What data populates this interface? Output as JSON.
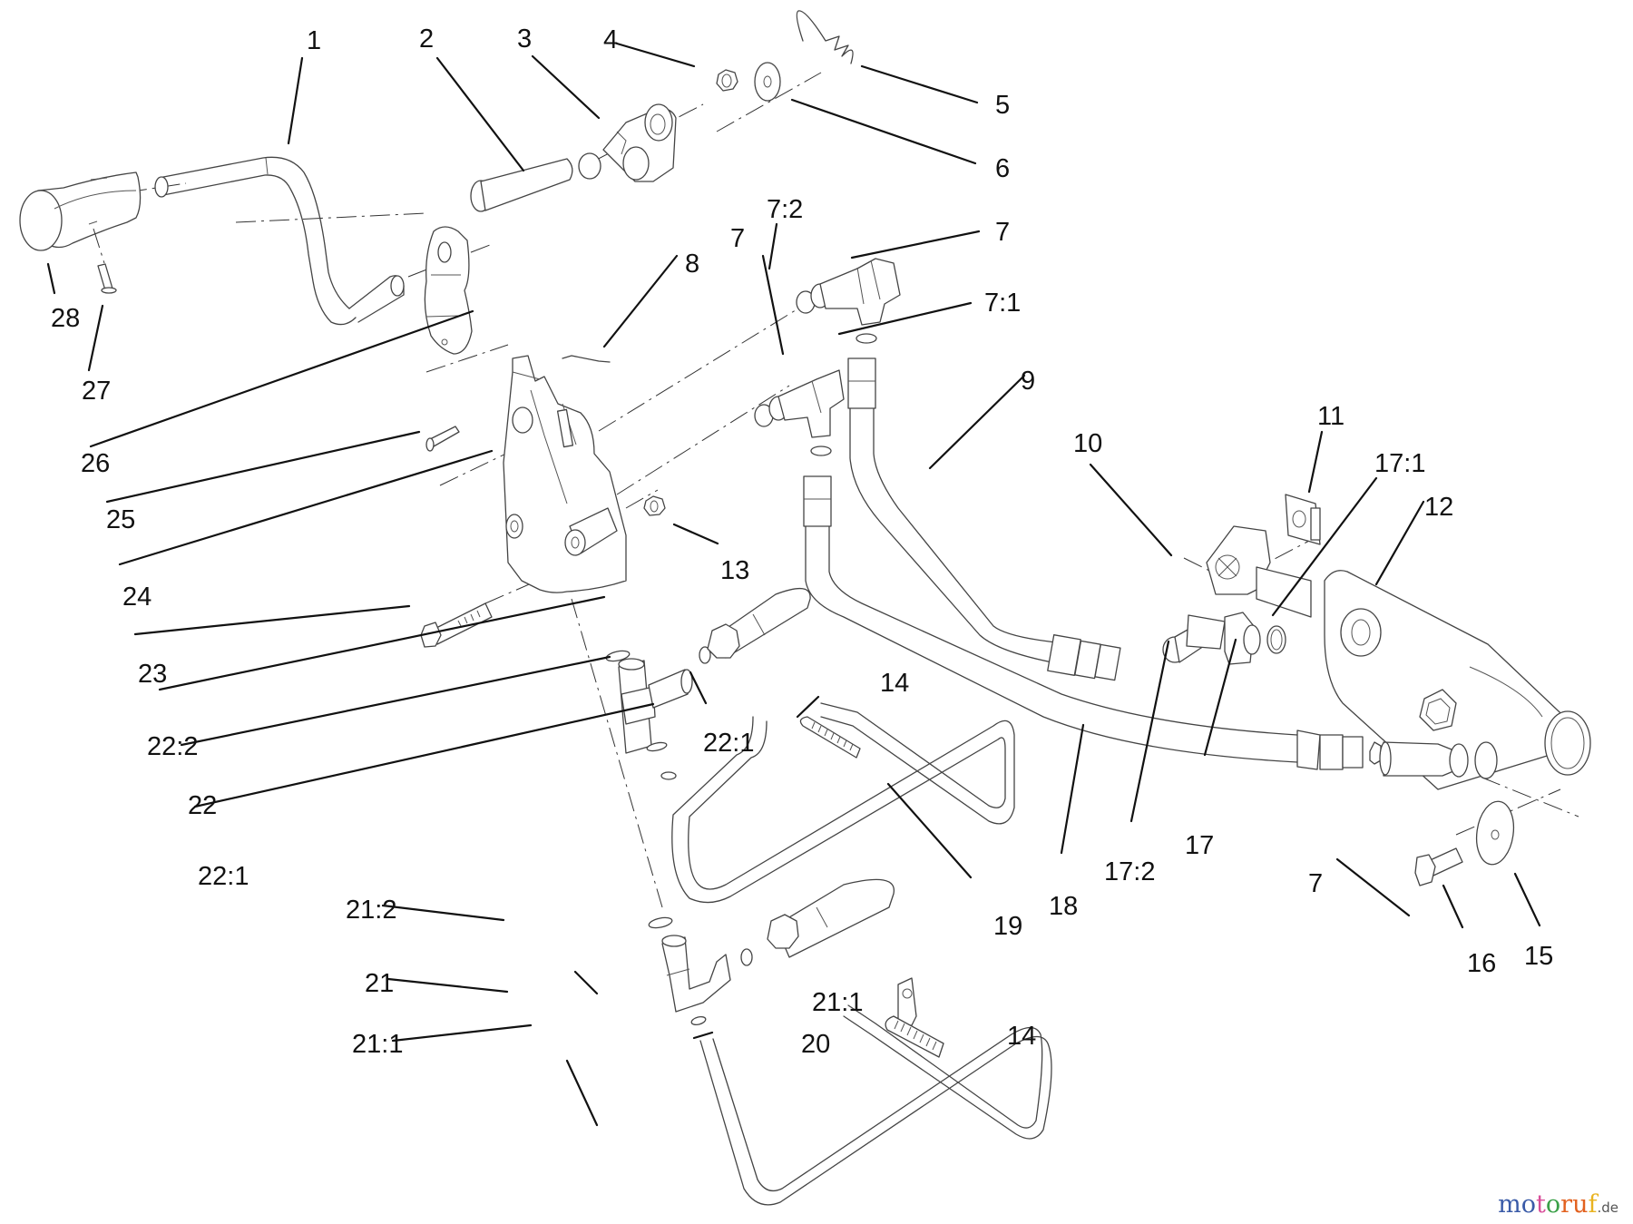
{
  "diagram": {
    "type": "exploded-parts-diagram",
    "subject": "hydraulic lift control valve, lever and hoses",
    "callouts": [
      {
        "id": "c1",
        "label": "1"
      },
      {
        "id": "c2",
        "label": "2"
      },
      {
        "id": "c3",
        "label": "3"
      },
      {
        "id": "c4",
        "label": "4"
      },
      {
        "id": "c5",
        "label": "5"
      },
      {
        "id": "c6",
        "label": "6"
      },
      {
        "id": "c7a",
        "label": "7:2"
      },
      {
        "id": "c7b",
        "label": "7"
      },
      {
        "id": "c7c",
        "label": "7"
      },
      {
        "id": "c7d",
        "label": "7:1"
      },
      {
        "id": "c8",
        "label": "8"
      },
      {
        "id": "c9",
        "label": "9"
      },
      {
        "id": "c10",
        "label": "10"
      },
      {
        "id": "c11",
        "label": "11"
      },
      {
        "id": "c12",
        "label": "12"
      },
      {
        "id": "c13",
        "label": "13"
      },
      {
        "id": "c14a",
        "label": "14"
      },
      {
        "id": "c14b",
        "label": "14"
      },
      {
        "id": "c15",
        "label": "15"
      },
      {
        "id": "c16",
        "label": "16"
      },
      {
        "id": "c17a",
        "label": "17:1"
      },
      {
        "id": "c17b",
        "label": "17"
      },
      {
        "id": "c17c",
        "label": "17:2"
      },
      {
        "id": "c18",
        "label": "18"
      },
      {
        "id": "c19",
        "label": "19"
      },
      {
        "id": "c20",
        "label": "20"
      },
      {
        "id": "c21a",
        "label": "21:2"
      },
      {
        "id": "c21b",
        "label": "21"
      },
      {
        "id": "c21c",
        "label": "21:1"
      },
      {
        "id": "c21d",
        "label": "21:1"
      },
      {
        "id": "c22a",
        "label": "22:2"
      },
      {
        "id": "c22b",
        "label": "22"
      },
      {
        "id": "c22c",
        "label": "22:1"
      },
      {
        "id": "c22d",
        "label": "22:1"
      },
      {
        "id": "c23",
        "label": "23"
      },
      {
        "id": "c24",
        "label": "24"
      },
      {
        "id": "c25",
        "label": "25"
      },
      {
        "id": "c26",
        "label": "26"
      },
      {
        "id": "c27",
        "label": "27"
      },
      {
        "id": "c28",
        "label": "28"
      },
      {
        "id": "c7e",
        "label": "7"
      }
    ]
  },
  "watermark": {
    "letters": [
      "m",
      "o",
      "t",
      "o",
      "r",
      "u",
      "f"
    ],
    "colors": [
      "#3a5ba8",
      "#3a5ba8",
      "#d84f9a",
      "#3aa048",
      "#e2611f",
      "#e2611f",
      "#e9b320"
    ],
    "tld": ".de"
  }
}
